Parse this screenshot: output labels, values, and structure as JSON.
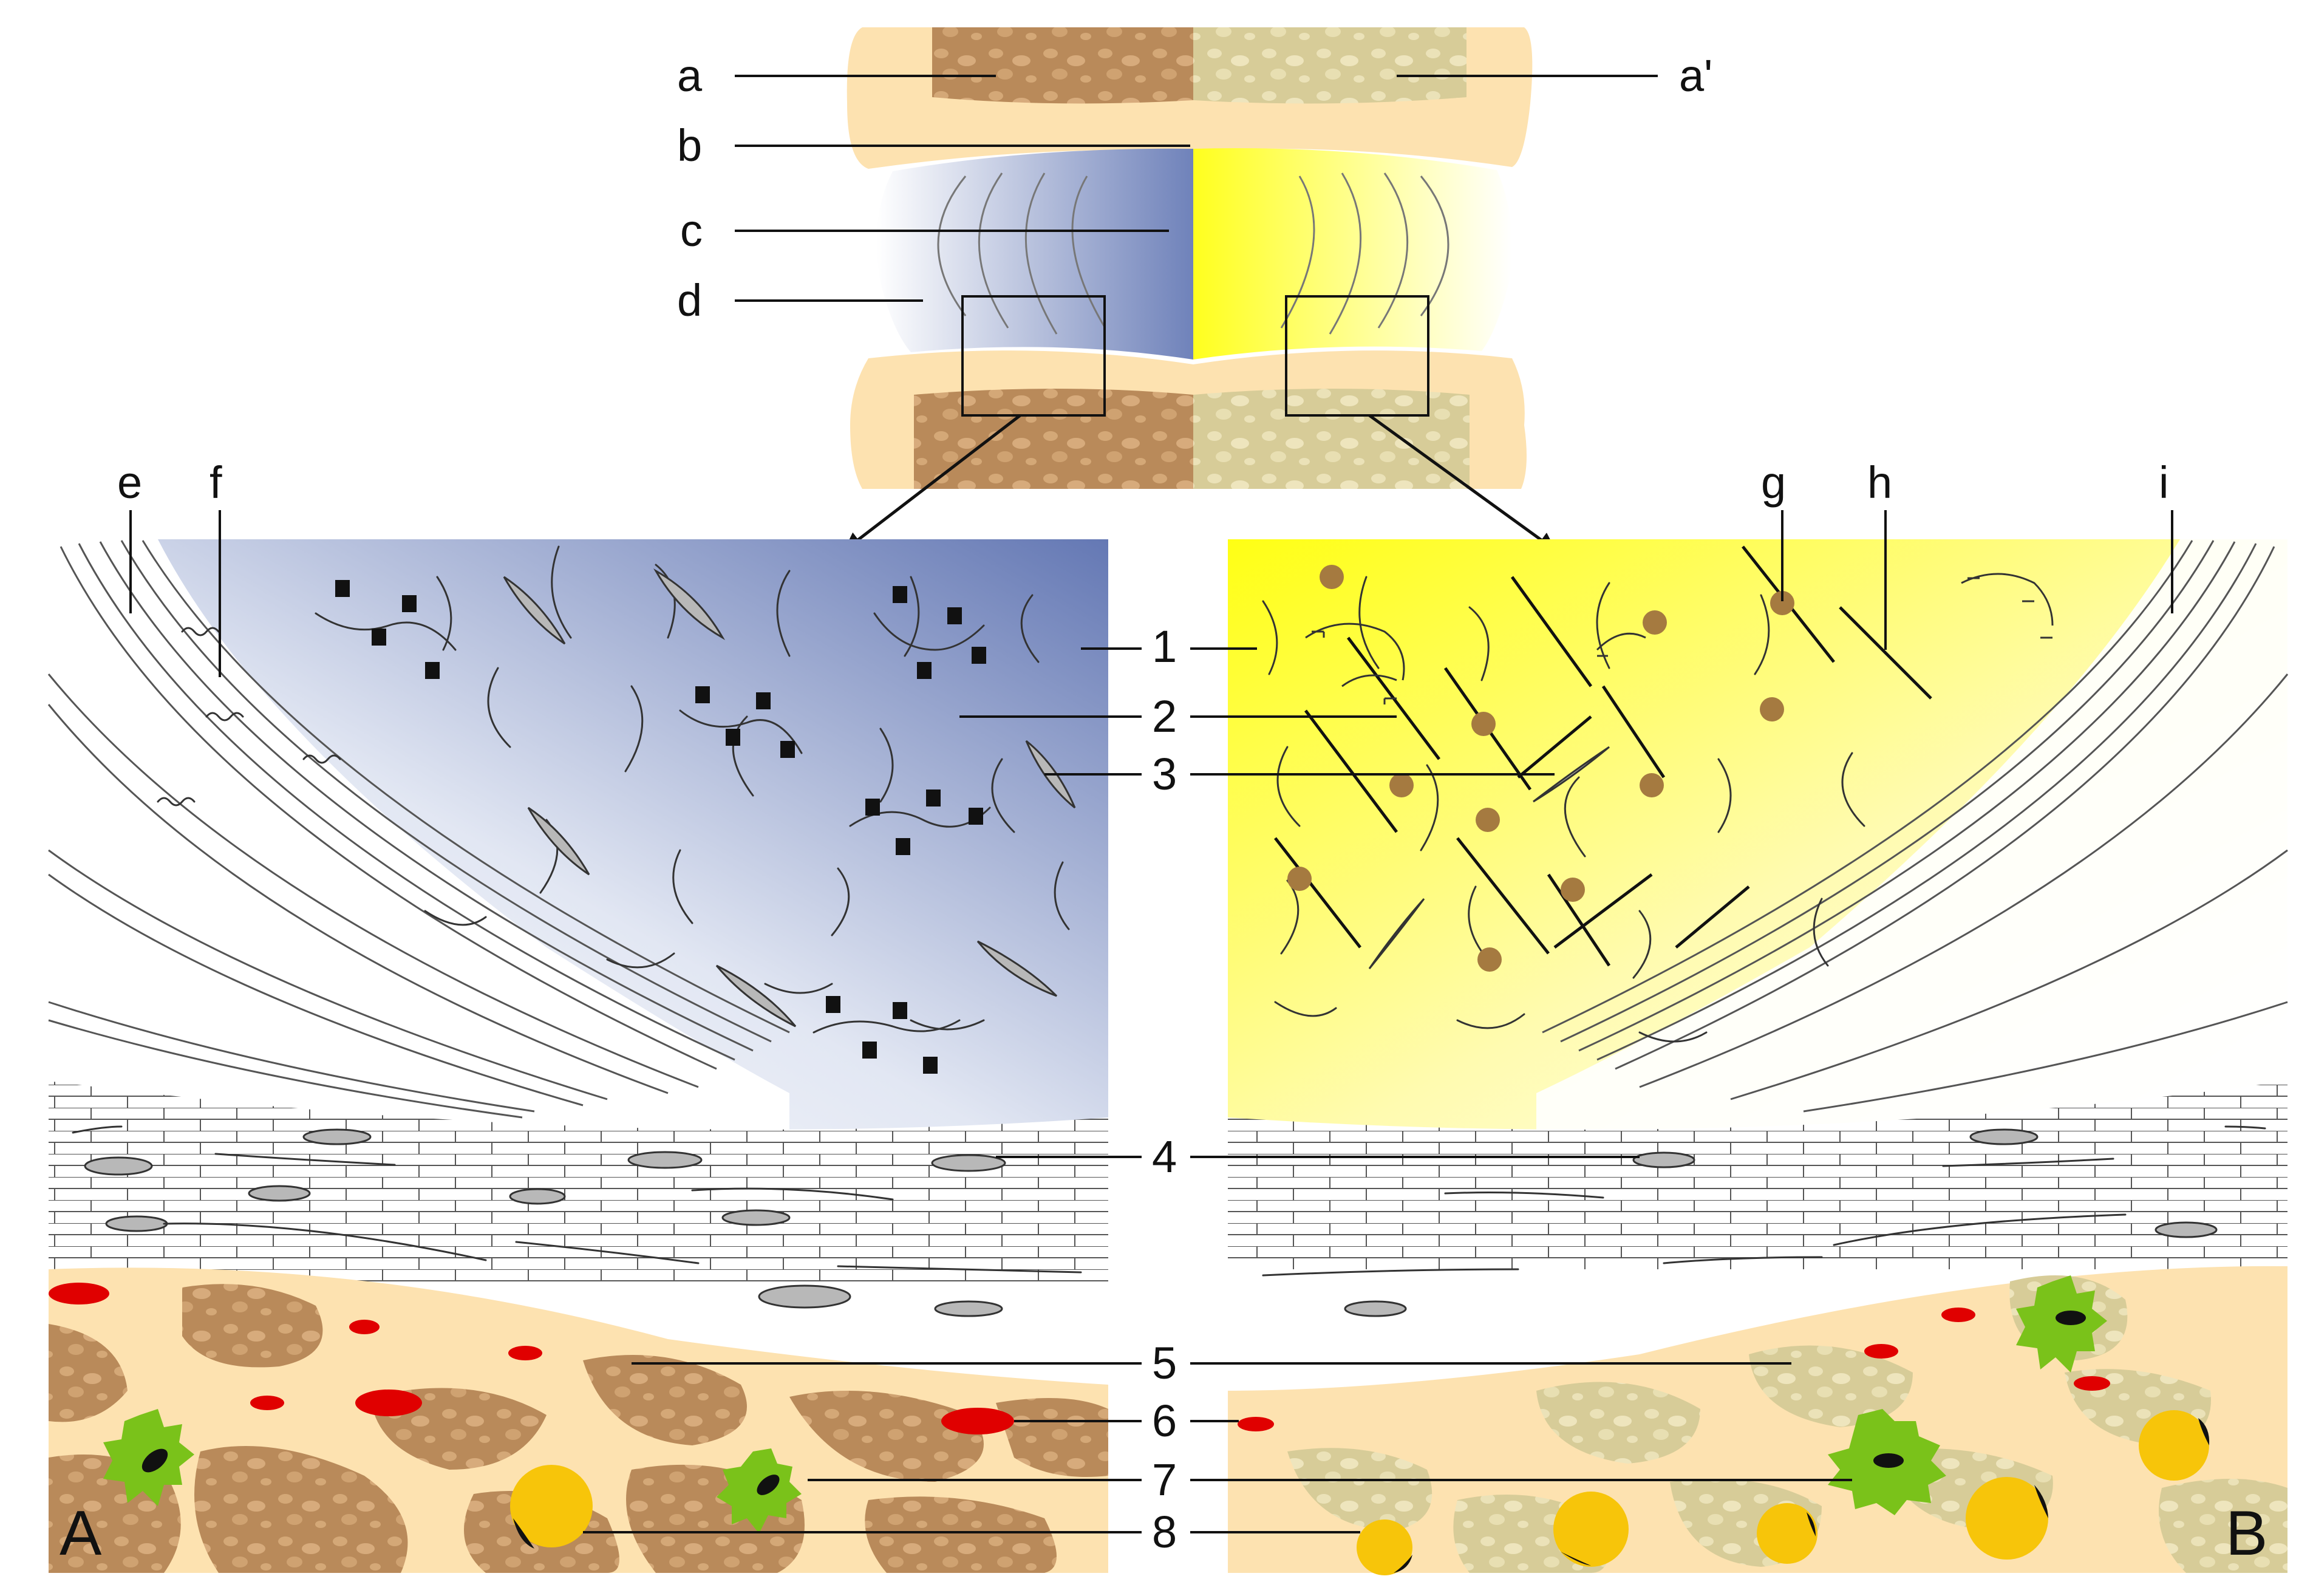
{
  "labels": {
    "a": "a",
    "a_prime": "a'",
    "b": "b",
    "c": "c",
    "d": "d",
    "e": "e",
    "f": "f",
    "g": "g",
    "h": "h",
    "i": "i",
    "n1": "1",
    "n2": "2",
    "n3": "3",
    "n4": "4",
    "n5": "5",
    "n6": "6",
    "n7": "7",
    "n8": "8"
  },
  "panels": {
    "left": "A",
    "right": "B"
  },
  "colors": {
    "healthy_disc": "#6478b4",
    "degenerated_disc": "#ffff14",
    "bone_plate": "#fde2b0",
    "trabecular_healthy": "#b98a5a",
    "trabecular_degenerated": "#d7cc98",
    "blood_vessel": "#e00000",
    "osteoclast": "#7ac21a",
    "adipocyte": "#f7c50a",
    "cell": "#b8b8b8",
    "granule": "#a57a40"
  }
}
